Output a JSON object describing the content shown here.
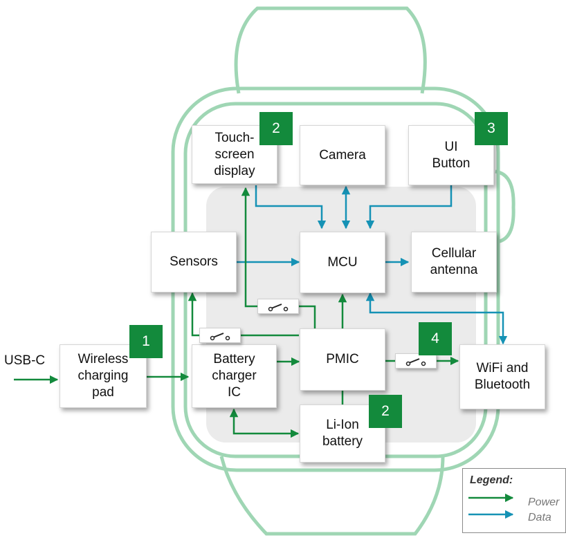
{
  "blocks": {
    "touchscreen": "Touch-\nscreen\ndisplay",
    "camera": "Camera",
    "ui_button": "UI\nButton",
    "sensors": "Sensors",
    "mcu": "MCU",
    "cellular": "Cellular\nantenna",
    "wireless_pad": "Wireless\ncharging\npad",
    "battery_charger": "Battery\ncharger\nIC",
    "pmic": "PMIC",
    "wifi_bt": "WiFi and\nBluetooth",
    "liion": "Li-Ion\nbattery"
  },
  "external_input": "USB-C",
  "badges": {
    "touchscreen": "2",
    "ui_button": "3",
    "wireless_pad": "1",
    "wifi": "4",
    "battery": "2"
  },
  "legend": {
    "title": "Legend:",
    "power": "Power",
    "data": "Data"
  },
  "colors": {
    "power": "#138a3c",
    "data": "#1592b5",
    "watch_outline": "#9fd6b4",
    "badge": "#138a3c"
  }
}
